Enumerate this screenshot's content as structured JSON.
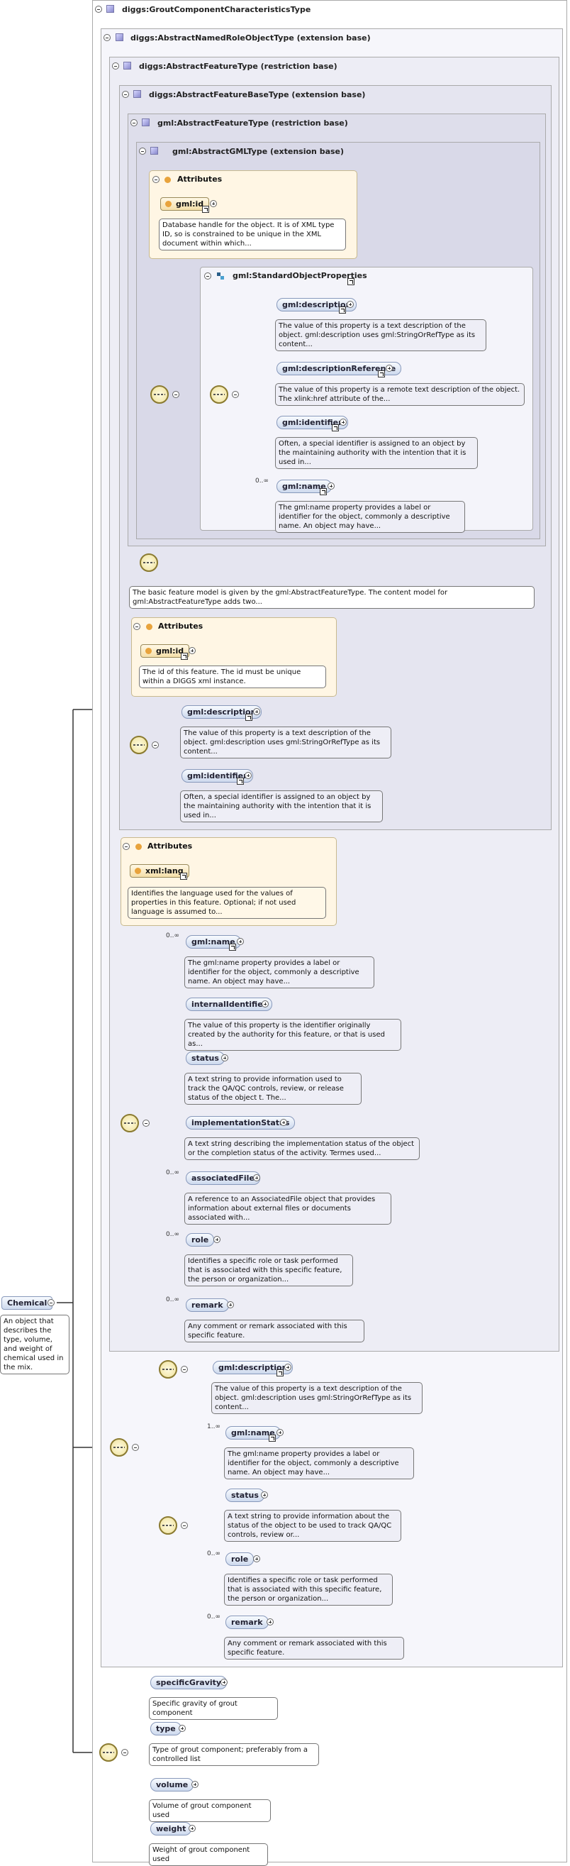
{
  "types": {
    "grout": "diggs:GroutComponentCharacteristicsType",
    "named_role": "diggs:AbstractNamedRoleObjectType (extension base)",
    "feature": "diggs:AbstractFeatureType (restriction base)",
    "feature_base": "diggs:AbstractFeatureBaseType (extension base)",
    "gml_feature": "gml:AbstractFeatureType (restriction base)",
    "gml_gml": "gml:AbstractGMLType (extension base)"
  },
  "attributes_label": "Attributes",
  "gml_attrs": {
    "id_name": "gml:id",
    "id_desc": "Database handle for the object. It is of XML type ID, so is constrained to be unique in the XML document within which..."
  },
  "std_props": {
    "title": "gml:StandardObjectProperties",
    "items": [
      {
        "name": "gml:description",
        "card": "",
        "desc": "The value of this property is a text description of the object. gml:description uses gml:StringOrRefType as its content..."
      },
      {
        "name": "gml:descriptionReference",
        "card": "",
        "desc": "The value of this property is a remote text description of the object. The xlink:href attribute of the..."
      },
      {
        "name": "gml:identifier",
        "card": "",
        "desc": "Often, a special identifier is assigned to an object by the maintaining authority with the intention that it is used in..."
      },
      {
        "name": "gml:name",
        "card": "0..∞",
        "desc": "The gml:name property provides a label or identifier for the object, commonly a descriptive name. An object may have..."
      }
    ]
  },
  "gml_feature_desc": "The basic feature model is given by the gml:AbstractFeatureType. The content model for gml:AbstractFeatureType adds two...",
  "base_attrs": {
    "id_name": "gml:id",
    "id_desc": "The id of this feature. The id must be unique within a DIGGS xml instance."
  },
  "base_seq": [
    {
      "name": "gml:description",
      "desc": "The value of this property is a text description of the object. gml:description uses gml:StringOrRefType as its content..."
    },
    {
      "name": "gml:identifier",
      "desc": "Often, a special identifier is assigned to an object by the maintaining authority with the intention that it is used in..."
    }
  ],
  "feature_attrs": {
    "lang_name": "xml:lang",
    "lang_desc": "Identifies the language used for the values of properties in this feature. Optional; if not used language is assumed to..."
  },
  "feature_seq": [
    {
      "name": "gml:name",
      "card": "0..∞",
      "desc": "The gml:name property provides a label or identifier for the object, commonly a descriptive name. An object may have..."
    },
    {
      "name": "internalIdentifier",
      "card": "",
      "desc": "The value of this property is the identifier originally created by the authority for this feature, or that is used as..."
    },
    {
      "name": "status",
      "card": "",
      "desc": "A text string to provide information used to track the QA/QC controls, review, or release status of the object t. The..."
    },
    {
      "name": "implementationStatus",
      "card": "",
      "desc": "A text string describing the implementation status of the object or the completion status of the activity. Termes used..."
    },
    {
      "name": "associatedFile",
      "card": "0..∞",
      "desc": "A reference to an AssociatedFile object that provides information about external files or documents associated with..."
    },
    {
      "name": "role",
      "card": "0..∞",
      "desc": "Identifies a specific role or task performed that is associated with this specific feature, the person or organization..."
    },
    {
      "name": "remark",
      "card": "0..∞",
      "desc": "Any comment or remark associated with this specific feature."
    }
  ],
  "named_desc": {
    "name": "gml:description",
    "desc": "The value of this property is a text description of the object. gml:description uses gml:StringOrRefType as its content..."
  },
  "named_seq": [
    {
      "name": "gml:name",
      "card": "1..∞",
      "desc": "The gml:name property provides a label or identifier for the object, commonly a descriptive name. An object may have..."
    },
    {
      "name": "status",
      "card": "",
      "desc": "A text string to provide information about the status of the object to be used to track QA/QC controls, review or..."
    },
    {
      "name": "role",
      "card": "0..∞",
      "desc": "Identifies a specific role or task performed that is associated with this specific feature, the person or organization..."
    },
    {
      "name": "remark",
      "card": "0..∞",
      "desc": "Any comment or remark associated with this specific feature."
    }
  ],
  "grout_seq": [
    {
      "name": "specificGravity",
      "desc": "Specific gravity of grout component"
    },
    {
      "name": "type",
      "desc": "Type of grout component; preferably from a controlled list"
    },
    {
      "name": "volume",
      "desc": "Volume of grout component used"
    },
    {
      "name": "weight",
      "desc": "Weight of grout component used"
    }
  ],
  "root": {
    "name": "Chemical",
    "desc": "An object that describes the type, volume, and weight of chemical used in the mix."
  }
}
